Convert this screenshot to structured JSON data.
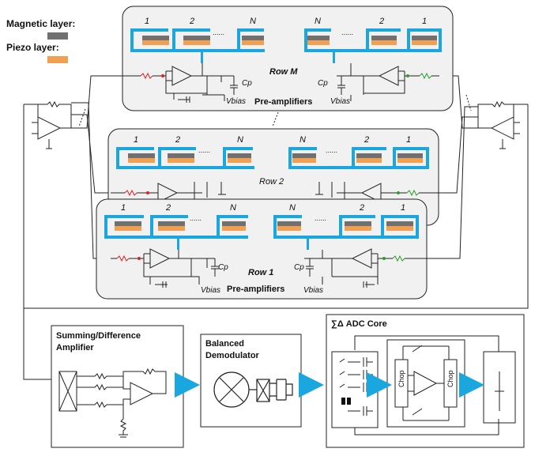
{
  "legend": {
    "magnetic_label": "Magnetic layer:",
    "piezo_label": "Piezo layer:",
    "magnetic_color": "#707070",
    "piezo_color": "#f0a050"
  },
  "colors": {
    "beam": "#1aa7e0",
    "arrow": "#1aa7e0",
    "resistor_left": "#e02020",
    "resistor_right": "#2aa02a",
    "panel_fill": "#f1f1f1"
  },
  "rows": {
    "top": {
      "title": "Row M",
      "caption": "Pre-amplifiers",
      "cp": "Cp",
      "vbias": "Vbias"
    },
    "mid": {
      "title": "Row 2"
    },
    "bottom": {
      "title": "Row 1",
      "caption": "Pre-amplifiers",
      "cp": "Cp",
      "vbias": "Vbias"
    }
  },
  "cell_labels": {
    "first": "1",
    "second": "2",
    "dots": "......",
    "last": "N"
  },
  "blocks": {
    "summing": {
      "line1": "Summing/Difference",
      "line2": "Amplifier"
    },
    "demod": {
      "line1": "Balanced",
      "line2": "Demodulator"
    },
    "adc": {
      "title": "∑Δ ADC Core",
      "chop": "Chop"
    }
  }
}
